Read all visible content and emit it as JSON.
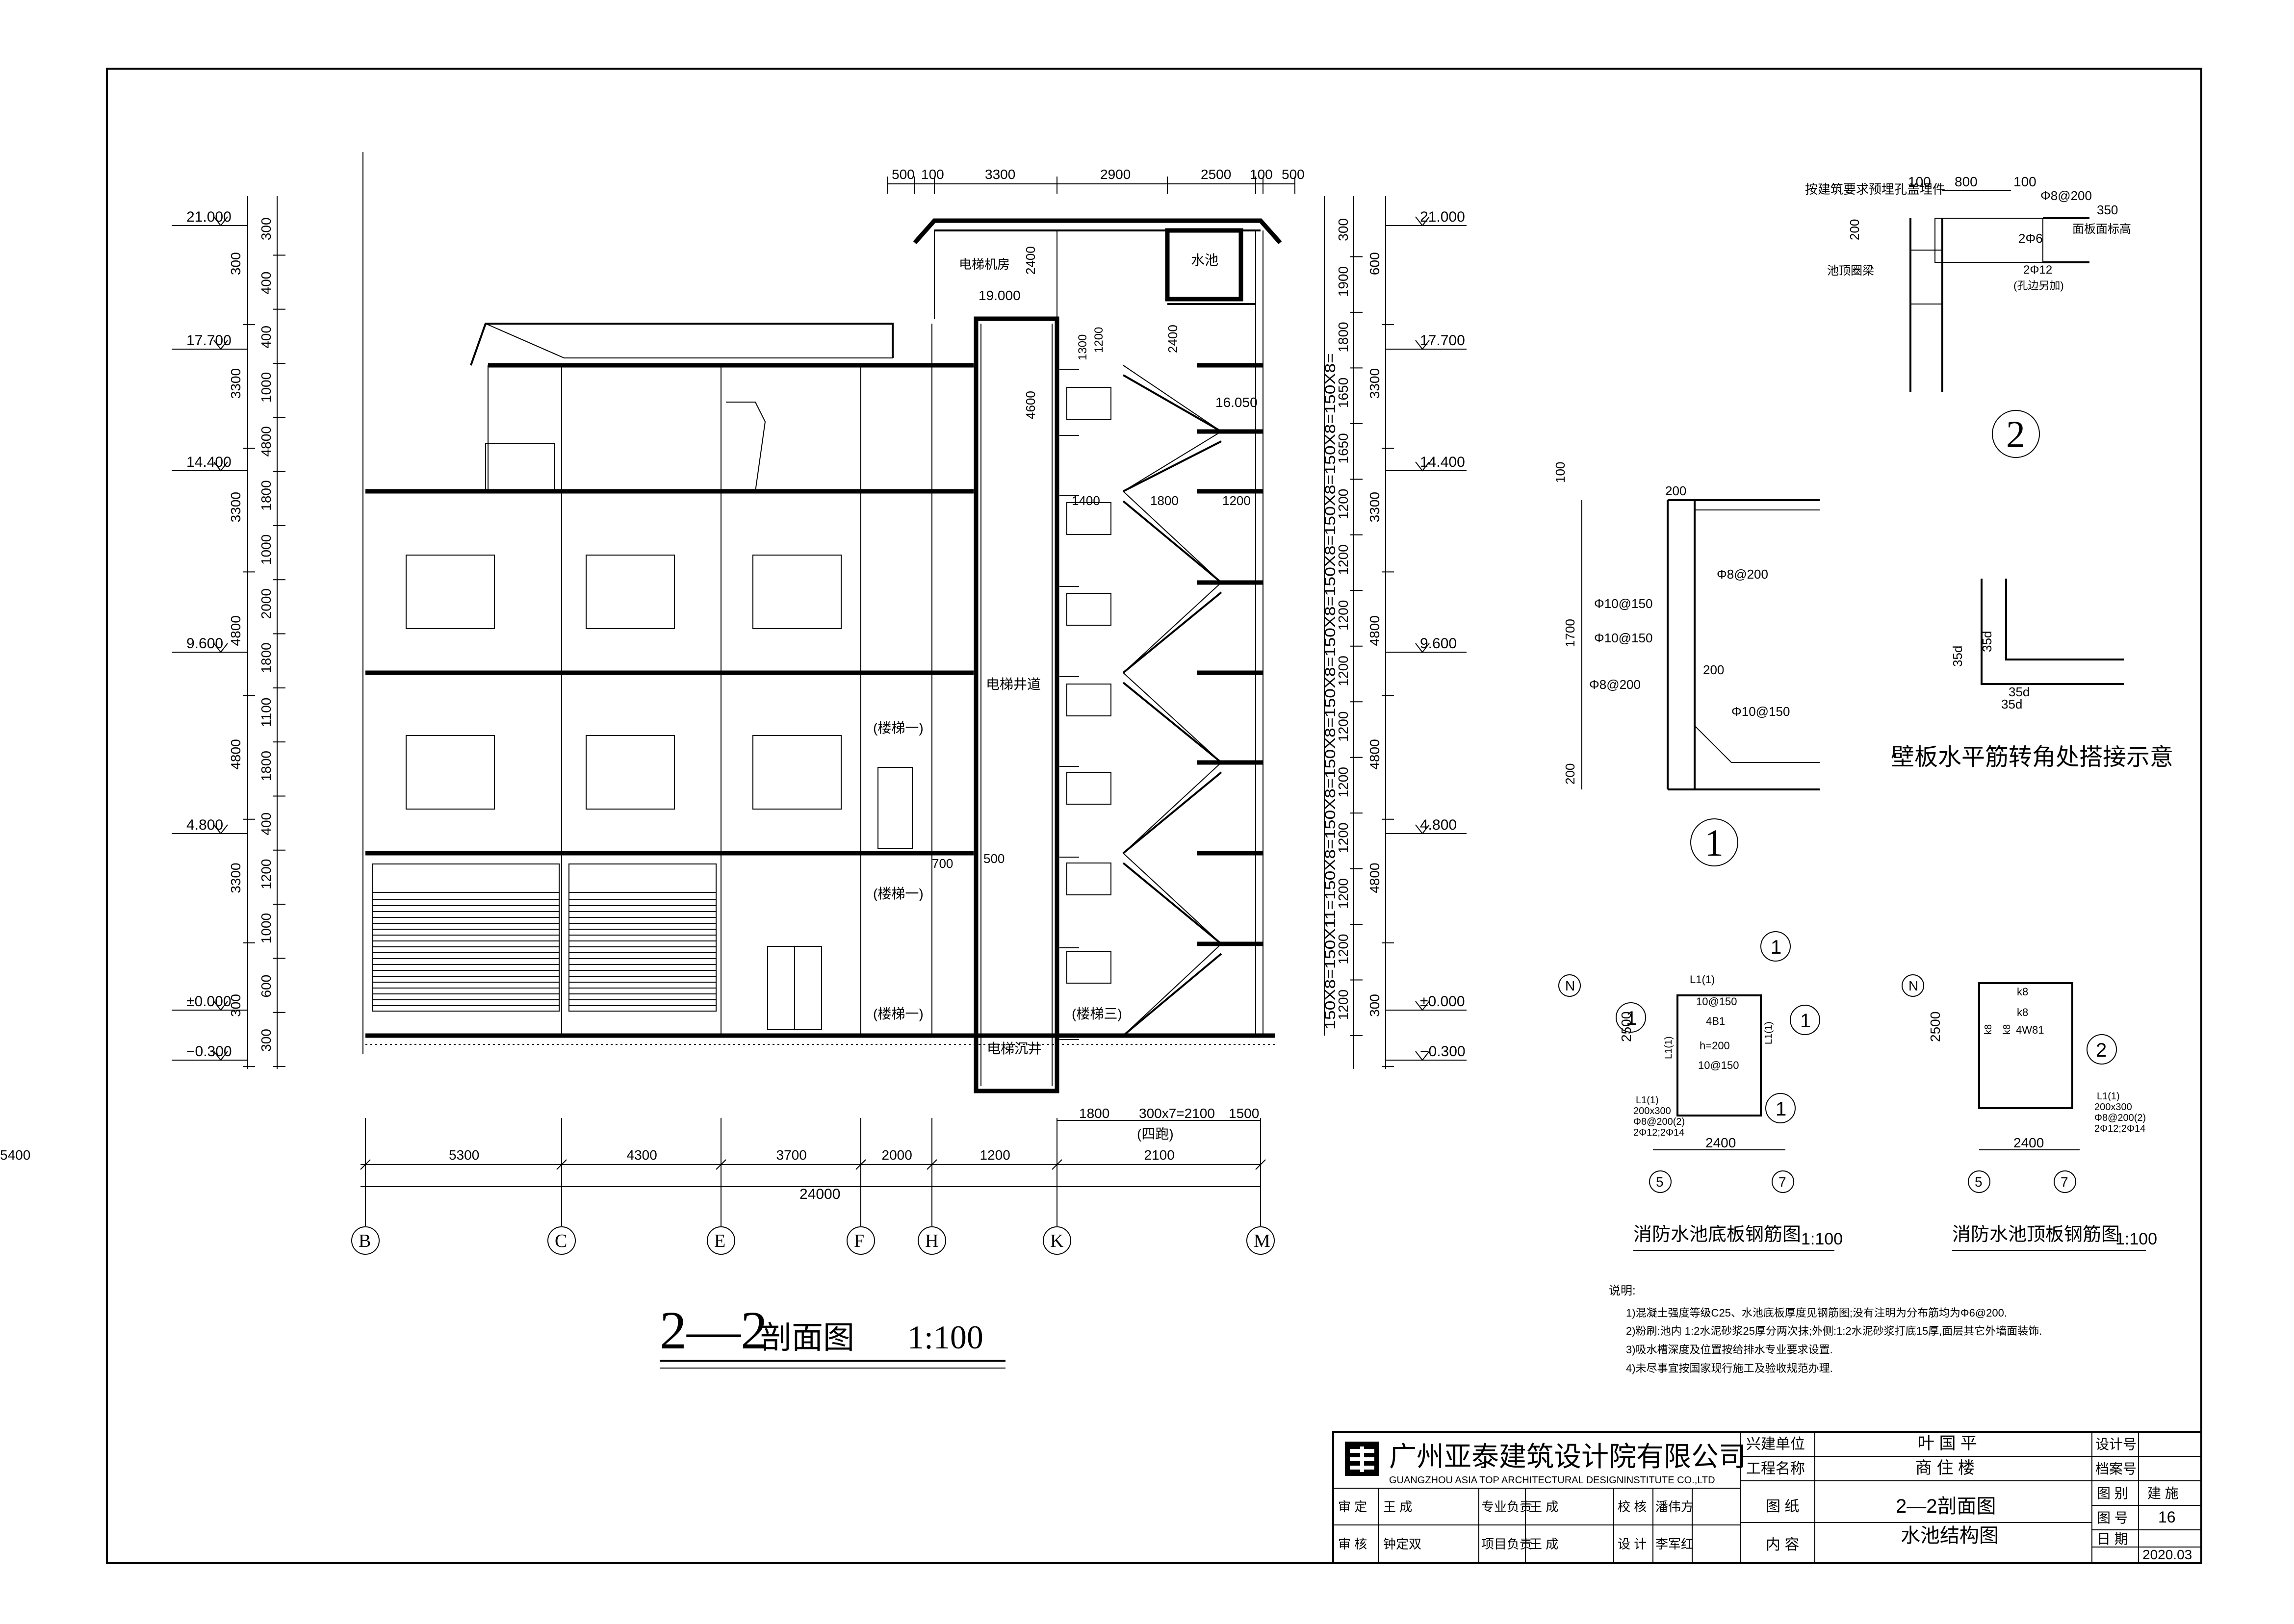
{
  "drawing": {
    "title": "2—2",
    "title_word": "剖面图",
    "scale": "1:100"
  },
  "left_elevations": [
    "21.000",
    "17.700",
    "14.400",
    "9.600",
    "4.800",
    "±0.000",
    "−0.300"
  ],
  "right_elevations": [
    "21.000",
    "17.700",
    "14.400",
    "9.600",
    "4.800",
    "±0.000",
    "−0.300"
  ],
  "left_dims_outer": [
    "300",
    "3300",
    "4800",
    "4800",
    "3300",
    "3300",
    "300"
  ],
  "left_dims_inner": [
    "300",
    "600",
    "1000",
    "1200",
    "400",
    "1800",
    "1100",
    "1800",
    "2000",
    "1000",
    "1800",
    "4800",
    "1000",
    "400",
    "400",
    "300"
  ],
  "right_dims_outer": [
    "300",
    "4800",
    "4800",
    "4800",
    "3300",
    "3300",
    "600"
  ],
  "right_dims_inner": [
    "1200",
    "1200",
    "1200",
    "1200",
    "1200",
    "1200",
    "1200",
    "1200",
    "1200",
    "1200",
    "1650",
    "1650",
    "1800",
    "1900",
    "300"
  ],
  "stair_step_note": "150X8=150X11=150X8=150X8=150X8=150X8=150X8=150X8=150X8=150X8=150X8=",
  "top_dims": [
    "500",
    "100",
    "3300",
    "2900",
    "2500",
    "100",
    "500"
  ],
  "bottom_dims": [
    "5300",
    "4300",
    "3700",
    "2000",
    "1200",
    "2100",
    "5400"
  ],
  "bottom_total": "24000",
  "stair_dims": [
    "1800",
    "300x7=2100",
    "1500"
  ],
  "stair_dims_note": "(四跑)",
  "axes": [
    "B",
    "C",
    "E",
    "F",
    "H",
    "K",
    "M"
  ],
  "section_labels": {
    "machine_room": "电梯机房",
    "water_tank": "水池",
    "elev_19": "19.000",
    "elev_16": "16.050",
    "shaft": "电梯井道",
    "pit": "电梯沉井",
    "stair1_a": "(楼梯一)",
    "stair1_b": "(楼梯一)",
    "stair1_c": "(楼梯一)",
    "stair3": "(楼梯三)",
    "d2400a": "2400",
    "d2400b": "2400",
    "d4600": "4600",
    "d1300": "1300",
    "d1200a": "1200",
    "d1400": "1400",
    "d1800": "1800",
    "d1200b": "1200",
    "d700": "700",
    "d500": "500"
  },
  "detail2": {
    "note": "按建筑要求预埋孔盖埋件",
    "dims_top": [
      "100",
      "800",
      "100"
    ],
    "rebar_top": "Φ8@200",
    "d350": "350",
    "d200": "200",
    "r2phi6": "2Φ6",
    "surface": "面板面标高",
    "ring": "池顶圈梁",
    "r2phi12": "2Φ12",
    "added": "(孔边另加)",
    "num": "2"
  },
  "detail1": {
    "d200_top": "200",
    "d100": "100",
    "d1700": "1700",
    "d200_bot": "200",
    "r1": "Φ8@200",
    "r2": "Φ10@150",
    "r3": "Φ10@150",
    "d200_mid": "200",
    "r4": "Φ8@200",
    "r5": "Φ10@150",
    "num": "1"
  },
  "corner_detail": {
    "d35a": "35d",
    "d35b": "35d",
    "d35c": "35d",
    "d35d": "35d",
    "caption": "壁板水平筋转角处搭接示意"
  },
  "plan_bottom": {
    "axis_n": "N",
    "d2500": "2500",
    "d2400": "2400",
    "axis5": "5",
    "axis7": "7",
    "l1_top": "L1(1)",
    "l1_left": "L1(1)",
    "l1_right": "L1(1)",
    "r1": "10@150",
    "r2": "10@150",
    "b1": "4B1",
    "h": "h=200",
    "l1_note1": "L1(1)",
    "l1_note2": "200x300",
    "l1_note3": "Φ8@200(2)",
    "l1_note4": "2Φ12;2Φ14",
    "mark1": "1",
    "mark2": "1",
    "mark3": "1",
    "mark4": "1",
    "caption": "消防水池底板钢筋图",
    "scale": "1:100"
  },
  "plan_top": {
    "axis_n": "N",
    "d2500": "2500",
    "d2400": "2400",
    "axis5": "5",
    "axis7": "7",
    "k1": "k8",
    "k2": "k8",
    "k3": "k8",
    "k4": "k8",
    "b1": "4W81",
    "l1_note1": "L1(1)",
    "l1_note2": "200x300",
    "l1_note3": "Φ8@200(2)",
    "l1_note4": "2Φ12;2Φ14",
    "mark": "2",
    "caption": "消防水池顶板钢筋图",
    "scale": "1:100"
  },
  "notes": {
    "heading": "说明:",
    "n1": "1)混凝土强度等级C25、水池底板厚度见钢筋图;没有注明为分布筋均为Φ6@200.",
    "n2": "2)粉刷:池内 1:2水泥砂浆25厚分两次抹;外侧:1:2水泥砂浆打底15厚,面层其它外墙面装饰.",
    "n3": "3)吸水槽深度及位置按给排水专业要求设置.",
    "n4": "4)未尽事宜按国家现行施工及验收规范办理."
  },
  "title_block": {
    "company_cn": "广州亚泰建筑设计院有限公司",
    "company_en": "GUANGZHOU ASIA TOP ARCHITECTURAL DESIGNINSTITUTE CO.,LTD",
    "r1_a": "审 定",
    "r1_b": "王 成",
    "r1_c": "专业负责",
    "r1_d": "王 成",
    "r1_e": "校 核",
    "r1_f": "潘伟方",
    "r2_a": "审 核",
    "r2_b": "钟定双",
    "r2_c": "项目负责",
    "r2_d": "王 成",
    "r2_e": "设 计",
    "r2_f": "李军红",
    "client_label": "兴建单位",
    "client": "叶 国 平",
    "project_label": "工程名称",
    "project": "商 住 楼",
    "content_label1": "图 纸",
    "content_label2": "内 容",
    "content1": "2—2剖面图",
    "content2": "水池结构图",
    "design_no_label": "设计号",
    "design_no": "",
    "archive_label": "档案号",
    "archive": "",
    "category_label": "图 别",
    "category": "建 施",
    "sheet_label": "图 号",
    "sheet": "16",
    "date_label": "日 期",
    "date": "2020.03"
  }
}
